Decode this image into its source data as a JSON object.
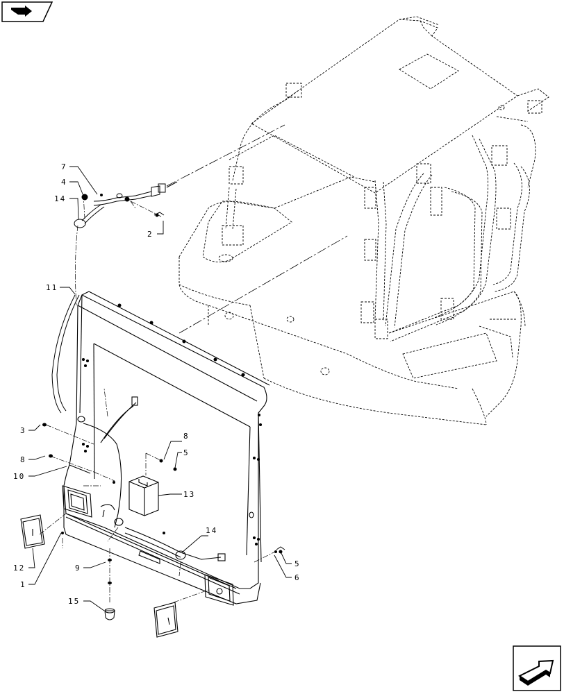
{
  "diagram": {
    "type": "exploded-parts-view",
    "callouts": [
      {
        "id": "c7",
        "label": "7"
      },
      {
        "id": "c4",
        "label": "4"
      },
      {
        "id": "c14a",
        "label": "14"
      },
      {
        "id": "c2",
        "label": "2"
      },
      {
        "id": "c11",
        "label": "11"
      },
      {
        "id": "c3",
        "label": "3"
      },
      {
        "id": "c8a",
        "label": "8"
      },
      {
        "id": "c10",
        "label": "10"
      },
      {
        "id": "c8b",
        "label": "8"
      },
      {
        "id": "c5a",
        "label": "5"
      },
      {
        "id": "c13",
        "label": "13"
      },
      {
        "id": "c12",
        "label": "12"
      },
      {
        "id": "c1",
        "label": "1"
      },
      {
        "id": "c9",
        "label": "9"
      },
      {
        "id": "c15",
        "label": "15"
      },
      {
        "id": "c14b",
        "label": "14"
      },
      {
        "id": "c5b",
        "label": "5"
      },
      {
        "id": "c6",
        "label": "6"
      }
    ]
  },
  "navigation": {
    "back_icon": "back-arrow-icon",
    "next_icon": "forward-page-arrow-icon"
  }
}
